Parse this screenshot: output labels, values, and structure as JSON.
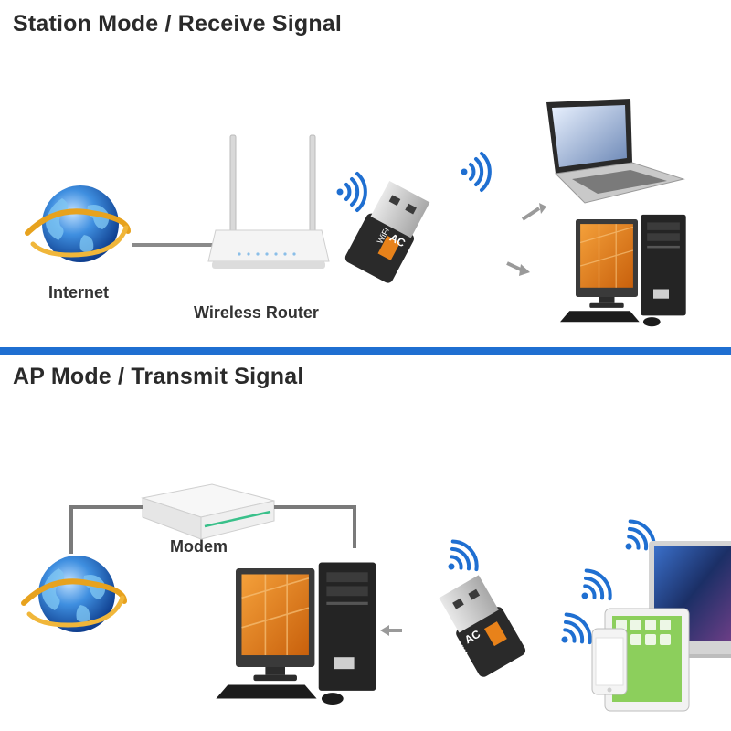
{
  "station": {
    "title": "Station Mode / Receive Signal",
    "internet_label": "Internet",
    "router_label": "Wireless Router"
  },
  "ap": {
    "title": "AP Mode / Transmit Signal",
    "modem_label": "Modem"
  },
  "adapter": {
    "badge": "AC",
    "brand": "WiFi"
  },
  "colors": {
    "divider": "#1f6fd1",
    "signal": "#1f6fd1",
    "globe": "#2f7fd6",
    "orbit": "#e7a21e",
    "screen_orange": "#e8821a"
  }
}
